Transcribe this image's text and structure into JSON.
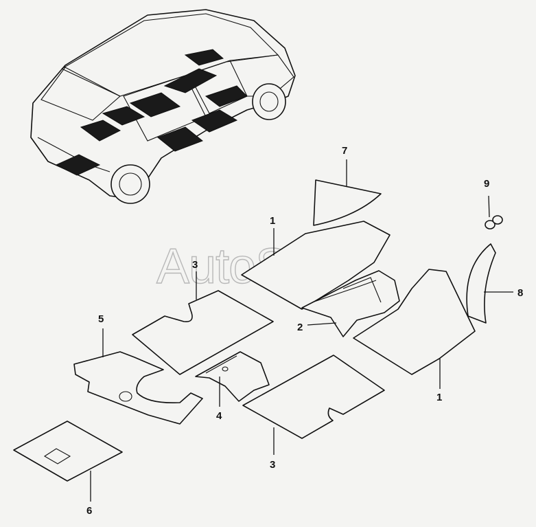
{
  "watermark": "AutoSoft",
  "callouts": {
    "c1_top": "1",
    "c1_right": "1",
    "c2": "2",
    "c3_top": "3",
    "c3_bottom": "3",
    "c4": "4",
    "c5": "5",
    "c6": "6",
    "c7": "7",
    "c8": "8",
    "c9": "9"
  }
}
